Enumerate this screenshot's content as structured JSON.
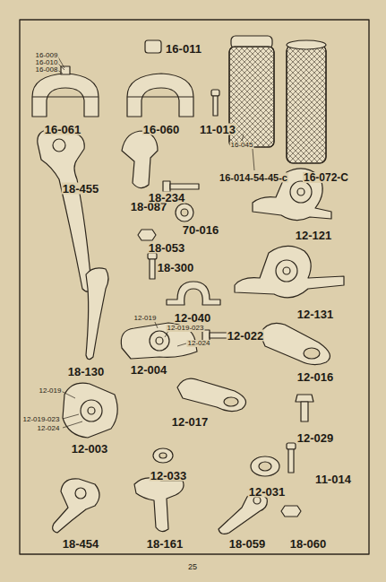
{
  "diagram": {
    "labels": [
      "16-009",
      "16-010",
      "16-008",
      "16-011",
      "16-061",
      "16-060",
      "11-013",
      "16-045",
      "16-014-54-45-c",
      "16-072-C",
      "18-087",
      "18-455",
      "18-234",
      "70-016",
      "12-121",
      "18-053",
      "18-300",
      "12-040",
      "12-131",
      "18-130",
      "12-019",
      "12-019-023",
      "12-022",
      "12-024",
      "12-004",
      "12-016",
      "12-019",
      "12-019-023",
      "12-024",
      "12-003",
      "12-017",
      "12-029",
      "12-033",
      "12-031",
      "11-014",
      "18-454",
      "18-161",
      "18-059",
      "18-060",
      "25"
    ]
  }
}
